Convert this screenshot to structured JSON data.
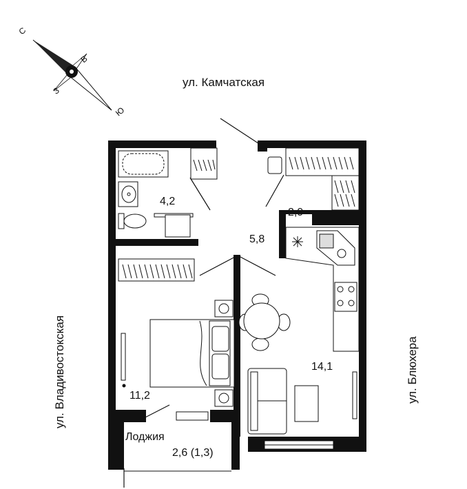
{
  "streets": {
    "north": "ул. Камчатская",
    "west": "ул. Владивостокская",
    "east": "ул. Блюхера"
  },
  "compass": {
    "n": "С",
    "e": "В",
    "w": "З",
    "s": "Ю"
  },
  "rooms": {
    "bathroom": "4,2",
    "closet": "2,9",
    "hallway": "5,8",
    "bedroom": "11,2",
    "kitchen_living": "14,1",
    "loggia_name": "Лоджия",
    "loggia_area": "2,6 (1,3)"
  }
}
